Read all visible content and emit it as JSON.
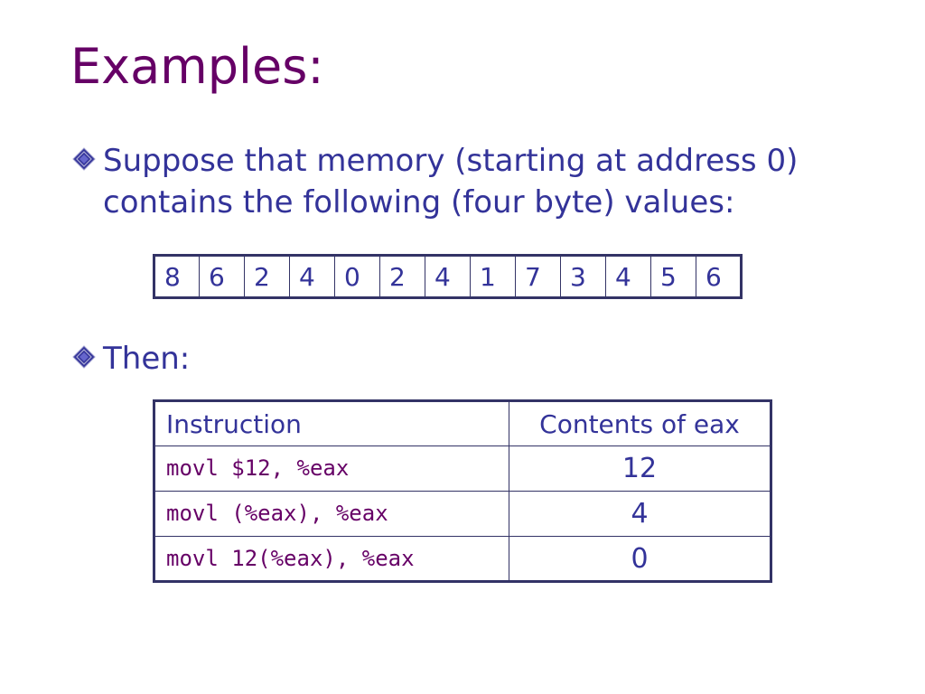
{
  "slide": {
    "title": "Examples:",
    "bullets": [
      {
        "icon": "diamond-bullet-icon",
        "text": "Suppose that memory (starting at address 0) contains the following (four byte) values:"
      },
      {
        "icon": "diamond-bullet-icon",
        "text": "Then:"
      }
    ],
    "memory_values": [
      "8",
      "6",
      "2",
      "4",
      "0",
      "2",
      "4",
      "1",
      "7",
      "3",
      "4",
      "5",
      "6"
    ],
    "instruction_table": {
      "headers": [
        "Instruction",
        "Contents of eax"
      ],
      "rows": [
        {
          "instruction": "movl $12, %eax",
          "eax": "12"
        },
        {
          "instruction": "movl (%eax), %eax",
          "eax": "4"
        },
        {
          "instruction": "movl 12(%eax), %eax",
          "eax": "0"
        }
      ]
    },
    "colors": {
      "title": "#660066",
      "text": "#333399",
      "code": "#660066",
      "border": "#333366"
    }
  }
}
